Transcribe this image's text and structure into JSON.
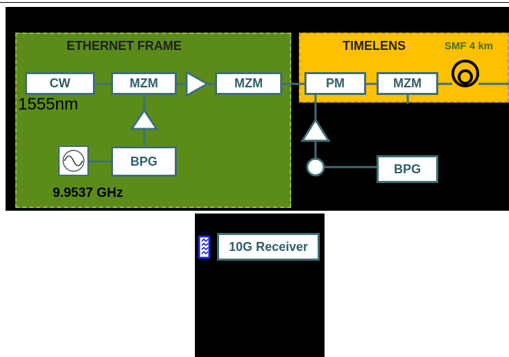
{
  "ethernet_frame": {
    "title": "ETHERNET FRAME",
    "cw_label": "CW",
    "wavelength": "1555nm",
    "mzm1_label": "MZM",
    "mzm2_label": "MZM",
    "bpg_label": "BPG",
    "clock_frequency": "9.9537 GHz"
  },
  "timelens": {
    "title": "TIMELENS",
    "fiber_label": "SMF 4 km",
    "pm_label": "PM",
    "mzm_label": "MZM",
    "bpg_label": "BPG"
  },
  "receiver": {
    "label": "10G Receiver"
  },
  "colors": {
    "ethernet_bg": "#5b8c1a",
    "timelens_bg": "#ffc000",
    "box_border": "#3f6f76",
    "box_text": "#2f5f6a",
    "fiber_label_color": "#3f6f2a",
    "receiver_icon_color": "#1a22c8"
  },
  "icons": [
    "sine-source-icon",
    "amplifier-triangle-icon",
    "fiber-spool-icon",
    "photodiode-circle-icon",
    "receiver-detector-icon"
  ]
}
